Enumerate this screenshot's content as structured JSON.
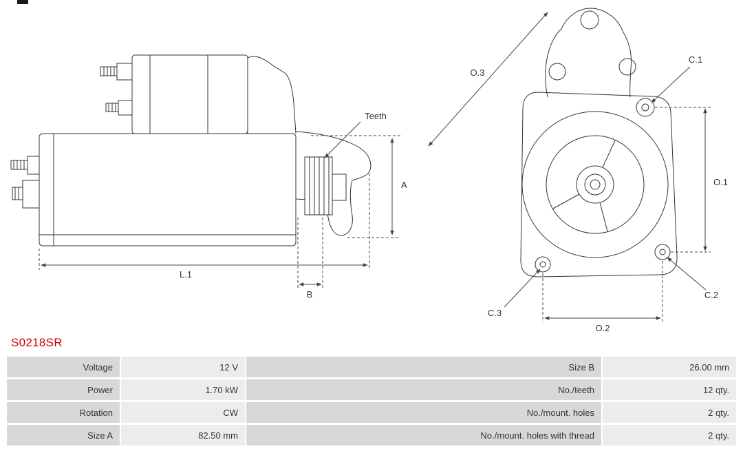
{
  "part_number": "S0218SR",
  "diagram": {
    "labels": {
      "teeth": "Teeth",
      "a": "A",
      "b": "B",
      "l1": "L.1",
      "o1": "O.1",
      "o2": "O.2",
      "o3": "O.3",
      "c1": "C.1",
      "c2": "C.2",
      "c3": "C.3"
    }
  },
  "table": {
    "rows": [
      {
        "label_left": "Voltage",
        "value_left": "12 V",
        "label_right": "Size B",
        "value_right": "26.00 mm"
      },
      {
        "label_left": "Power",
        "value_left": "1.70 kW",
        "label_right": "No./teeth",
        "value_right": "12 qty."
      },
      {
        "label_left": "Rotation",
        "value_left": "CW",
        "label_right": "No./mount. holes",
        "value_right": "2 qty."
      },
      {
        "label_left": "Size A",
        "value_left": "82.50 mm",
        "label_right": "No./mount. holes with thread",
        "value_right": "2 qty."
      }
    ]
  },
  "colors": {
    "part_number_red": "#cc0000",
    "table_label_bg": "#d8d8d8",
    "table_value_bg": "#ececec",
    "diagram_line": "#333333"
  }
}
